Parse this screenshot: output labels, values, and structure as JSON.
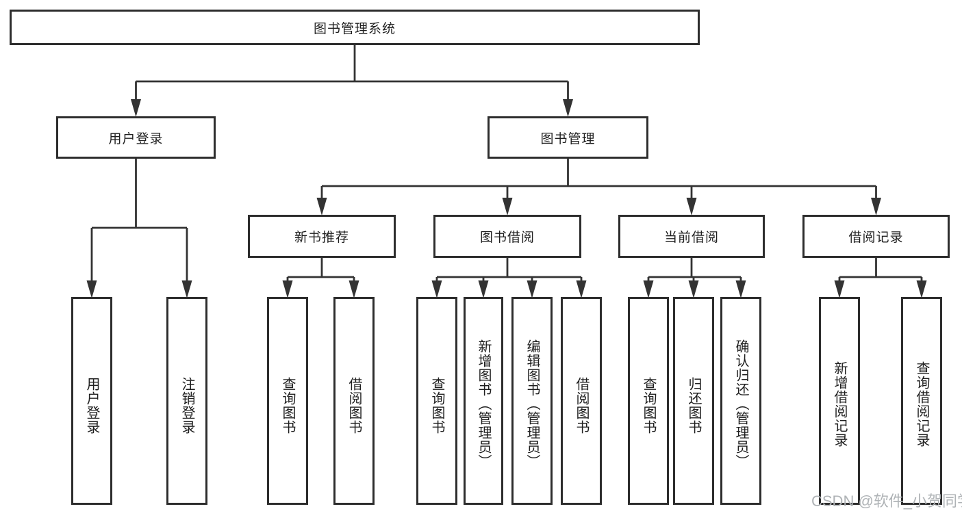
{
  "diagram": {
    "root": {
      "label": "图书管理系统",
      "children": [
        {
          "label": "用户登录",
          "children": [
            {
              "label": "用户登录"
            },
            {
              "label": "注销登录"
            }
          ]
        },
        {
          "label": "图书管理",
          "children": [
            {
              "label": "新书推荐",
              "children": [
                {
                  "label": "查询图书"
                },
                {
                  "label": "借阅图书"
                }
              ]
            },
            {
              "label": "图书借阅",
              "children": [
                {
                  "label": "查询图书"
                },
                {
                  "label": "新增图书（管理员）"
                },
                {
                  "label": "编辑图书（管理员）"
                },
                {
                  "label": "借阅图书"
                }
              ]
            },
            {
              "label": "当前借阅",
              "children": [
                {
                  "label": "查询图书"
                },
                {
                  "label": "归还图书"
                },
                {
                  "label": "确认归还（管理员）"
                }
              ]
            },
            {
              "label": "借阅记录",
              "children": [
                {
                  "label": "新增借阅记录"
                },
                {
                  "label": "查询借阅记录"
                }
              ]
            }
          ]
        }
      ]
    }
  },
  "watermark": "CSDN @软件_小贺同学",
  "colors": {
    "line": "#333333",
    "border": "#2d2d2d",
    "text": "#1f1f1f",
    "watermark": "#afb3b6",
    "background": "#ffffff"
  }
}
